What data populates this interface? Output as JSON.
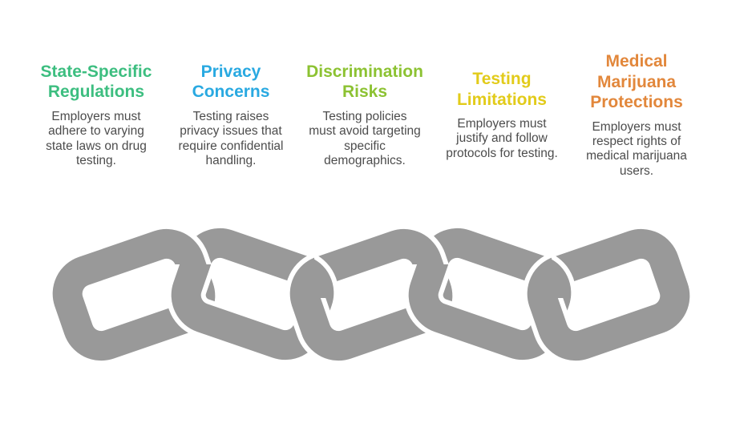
{
  "background": "#FFFFFF",
  "body_text_color": "#4C4C4C",
  "columns": [
    {
      "title": "State-Specific\nRegulations",
      "body": "Employers must\nadhere to varying\nstate laws on drug\ntesting.",
      "color": "#3DBE80"
    },
    {
      "title": "Privacy\nConcerns",
      "body": "Testing raises\nprivacy issues that\nrequire confidential\nhandling.",
      "color": "#29A9E1"
    },
    {
      "title": "Discrimination\nRisks",
      "body": "Testing policies\nmust avoid targeting\nspecific\ndemographics.",
      "color": "#8CC232"
    },
    {
      "title": "Testing\nLimitations",
      "body": "Employers must\njustify and follow\nprotocols for testing.",
      "color": "#E2CB1A"
    },
    {
      "title": "Medical\nMarijuana\nProtections",
      "body": "Employers must\nrespect rights of\nmedical marijuana\nusers.",
      "color": "#E2873B"
    }
  ],
  "chain": {
    "links": [
      {
        "name": "state-specific-regulations",
        "color": "#3EBD7D"
      },
      {
        "name": "privacy-concerns",
        "color": "#29A8DF"
      },
      {
        "name": "discrimination-risks",
        "color": "#8BBE37"
      },
      {
        "name": "testing-limitations",
        "color": "#DDC517"
      },
      {
        "name": "medical-marijuana-protections",
        "color": "#DF8733"
      }
    ]
  }
}
